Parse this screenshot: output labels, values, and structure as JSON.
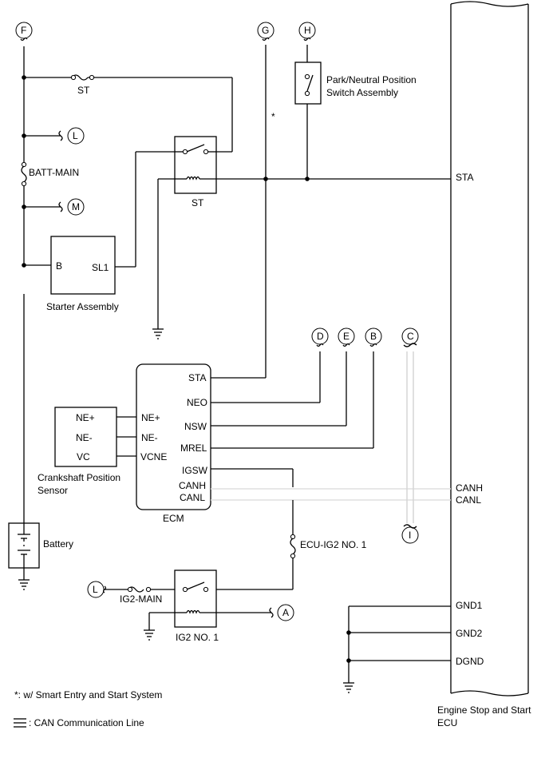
{
  "connectors": {
    "F": "F",
    "G": "G",
    "H": "H",
    "L": "L",
    "M": "M",
    "D": "D",
    "E": "E",
    "B": "B",
    "C": "C",
    "I": "I",
    "A": "A"
  },
  "fuses": {
    "st": "ST",
    "batt_main": "BATT-MAIN",
    "ig2_main": "IG2-MAIN",
    "ecu_ig2": "ECU-IG2 NO. 1"
  },
  "relays": {
    "st": "ST",
    "ig2": "IG2 NO. 1"
  },
  "park_neutral_switch": {
    "line1": "Park/Neutral Position",
    "line2": "Switch Assembly"
  },
  "starter": {
    "name": "Starter Assembly",
    "pin_b": "B",
    "pin_sl1": "SL1"
  },
  "ecm": {
    "name": "ECM",
    "pins": {
      "sta": "STA",
      "neo": "NEO",
      "nsw": "NSW",
      "mrel": "MREL",
      "igsw": "IGSW",
      "canh": "CANH",
      "canl": "CANL",
      "ne_plus": "NE+",
      "ne_minus": "NE-",
      "vcne": "VCNE"
    }
  },
  "crank_sensor": {
    "line1": "Crankshaft Position",
    "line2": "Sensor",
    "pins": {
      "ne_plus": "NE+",
      "ne_minus": "NE-",
      "vc": "VC"
    }
  },
  "battery": "Battery",
  "engine_ecu": {
    "line1": "Engine Stop and Start",
    "line2": "ECU",
    "pins": {
      "sta": "STA",
      "canh": "CANH",
      "canl": "CANL",
      "gnd1": "GND1",
      "gnd2": "GND2",
      "dgnd": "DGND"
    }
  },
  "asterisk": "*",
  "notes": {
    "smart_entry": "*: w/ Smart Entry and Start System",
    "can_line": ": CAN Communication Line"
  }
}
